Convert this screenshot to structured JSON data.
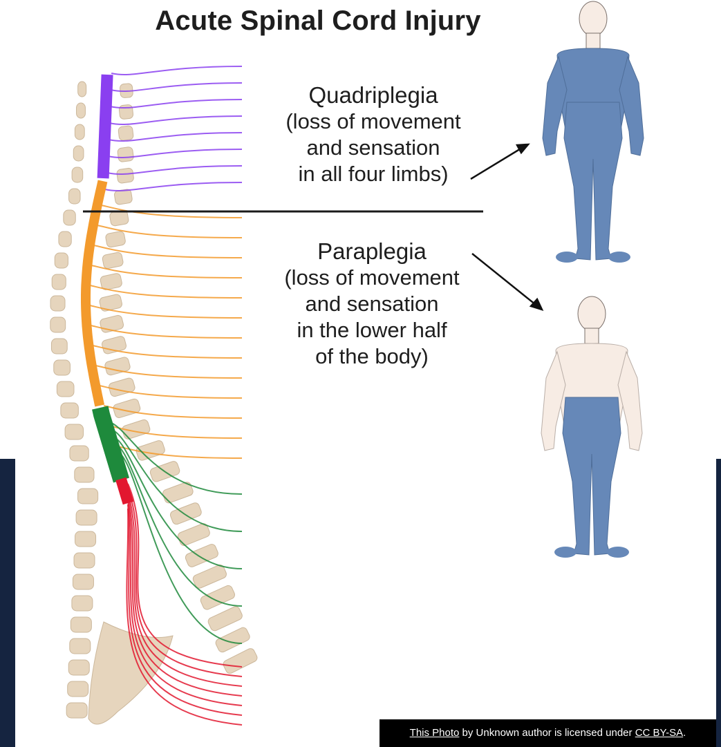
{
  "title": "Acute Spinal Cord Injury",
  "quadriplegia": {
    "heading": "Quadriplegia",
    "lines": [
      "(loss of movement",
      "and sensation",
      "in all four limbs)"
    ]
  },
  "paraplegia": {
    "heading": "Paraplegia",
    "lines": [
      "(loss of movement",
      "and sensation",
      "in the lower half",
      "of the body)"
    ]
  },
  "credit": {
    "photo_link": "This Photo",
    "middle": " by Unknown author is licensed under ",
    "license_link": "CC BY-SA",
    "end": "."
  },
  "colors": {
    "cervical": "#8a3ff0",
    "thoracic": "#f39a2c",
    "lumbar": "#1e8a3c",
    "sacral": "#e2172f",
    "body_affected": "#6688b8",
    "body_unaffected": "#f7ece4",
    "bone": "#e6d5bd",
    "slide_background": "#152440"
  }
}
